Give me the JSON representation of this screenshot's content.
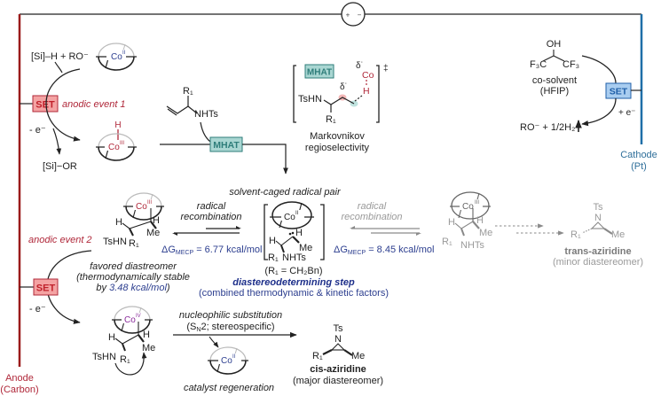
{
  "colors": {
    "anode": "#9b1b1b",
    "cathode": "#1f6fa8",
    "set_anode_fill": "#f4a3a3",
    "set_anode_text": "#c0212b",
    "set_cathode_fill": "#a9cdf0",
    "set_cathode_text": "#1f5fa8",
    "mhat_fill": "#a9d6d2",
    "mhat_text": "#2e7d7a",
    "energy_text": "#2c3e8f",
    "anodic_label": "#b0283a"
  },
  "circuit": {
    "battery_plus": "+",
    "battery_minus": "−",
    "anode_label_1": "Anode",
    "anode_label_2": "(Carbon)",
    "cathode_label_1": "Cathode",
    "cathode_label_2": "(Pt)"
  },
  "anodic_event_1": {
    "set_label": "SET",
    "event_label": "anodic event 1",
    "reactants": "[Si]–H + RO⁻",
    "electron_loss": "- e⁻",
    "product": "[Si]−OR",
    "co_start": "Co",
    "co_start_ox": "II",
    "co_hydride": "Co",
    "co_hydride_ox": "III",
    "hydride_H": "H"
  },
  "substrate": {
    "r_group": "R₁",
    "nhts": "NHTs"
  },
  "mhat": {
    "label": "MHAT",
    "ts_tshn": "TsHN",
    "ts_r1": "R₁",
    "ts_delta1": "δ˙",
    "ts_delta2": "δ˙",
    "ts_co": "Co",
    "ts_h": "H",
    "ts_dagger": "‡",
    "caption_1": "Markovnikov",
    "caption_2": "regioselectivity"
  },
  "cathode_side": {
    "oh": "OH",
    "f3c": "F₃C",
    "cf3": "CF₃",
    "cosolvent_1": "co-solvent",
    "cosolvent_2": "(HFIP)",
    "set_label": "SET",
    "electron_gain": "+ e⁻",
    "products": "RO⁻ + 1/2H₂"
  },
  "radical_pair": {
    "title": "solvent-caged radical pair",
    "co": "Co",
    "co_ox": "II",
    "h1": "H",
    "h2": "H",
    "me": "Me",
    "r1": "R₁",
    "nhts": "NHTs",
    "r1_def": "(R₁ = CH₂Bn)",
    "step_label": "diastereodetermining step",
    "step_sub": "(combined thermodynamic & kinetic factors)"
  },
  "left_recombination": {
    "label_1": "radical",
    "label_2": "recombination",
    "energy_prefix": "ΔG",
    "energy_sub": "MECP",
    "energy_value": " = 6.77 kcal/mol",
    "co": "Co",
    "co_ox": "III",
    "h1": "H",
    "h2": "H",
    "me": "Me",
    "tshn": "TsHN",
    "r1": "R₁",
    "favored_1": "favored diastreomer",
    "favored_2": "(thermodynamically stable",
    "favored_3_prefix": "by ",
    "favored_3_value": "3.48 kcal/mol",
    "favored_3_suffix": ")"
  },
  "right_recombination": {
    "label_1": "radical",
    "label_2": "recombination",
    "energy_prefix": "ΔG",
    "energy_sub": "MECP",
    "energy_value": " = 8.45 kcal/mol",
    "co": "Co",
    "co_ox": "III",
    "h1": "H",
    "h2": "H",
    "me": "Me",
    "r1": "R₁",
    "nhts": "NHTs",
    "aziridine_ts": "Ts",
    "aziridine_n": "N",
    "aziridine_r1": "R₁",
    "aziridine_me": "Me",
    "product_name": "trans-aziridine",
    "product_note": "(minor diastereomer)"
  },
  "anodic_event_2": {
    "event_label": "anodic event 2",
    "set_label": "SET",
    "electron_loss": "- e⁻",
    "co": "Co",
    "co_ox": "IV",
    "h1": "H",
    "h2": "H",
    "me": "Me",
    "tshn": "TsHN",
    "r1": "R₁"
  },
  "substitution": {
    "label_1": "nucleophilic substitution",
    "label_2_a": "(S",
    "label_2_sub": "N",
    "label_2_b": "2; stereospecific)",
    "co": "Co",
    "co_ox": "II",
    "regen_label": "catalyst regeneration",
    "aziridine_ts": "Ts",
    "aziridine_n": "N",
    "aziridine_r1": "R₁",
    "aziridine_me": "Me",
    "product_name": "cis-aziridine",
    "product_note": "(major diastereomer)"
  }
}
